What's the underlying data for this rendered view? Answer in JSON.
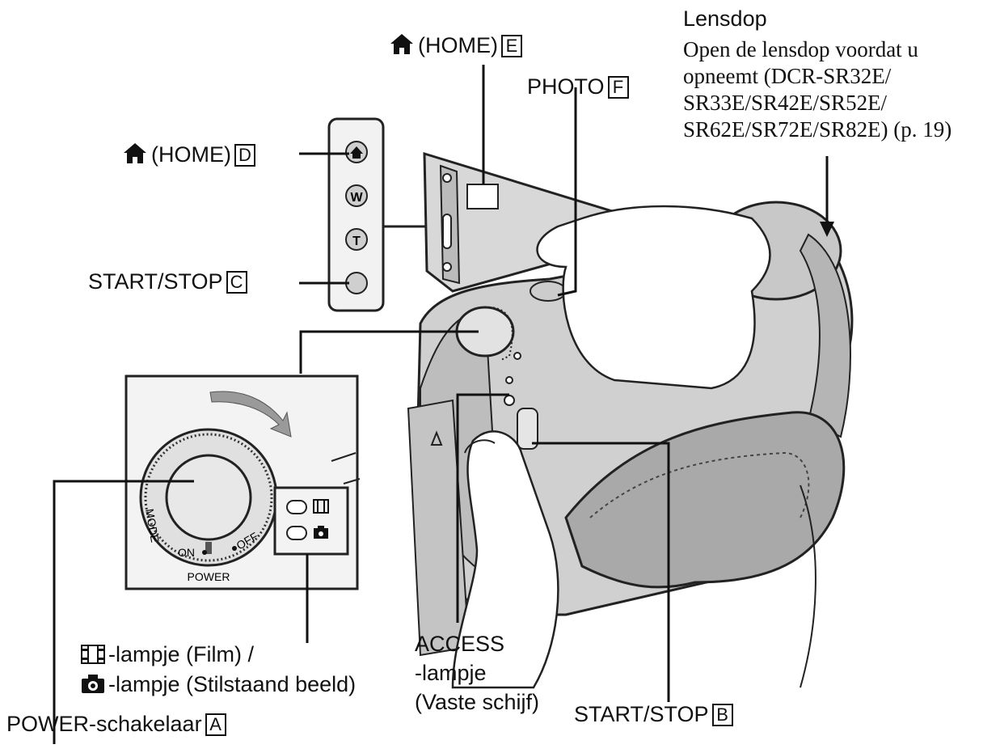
{
  "labels": {
    "home_e": {
      "text": "(HOME)",
      "letter": "E"
    },
    "home_d": {
      "text": "(HOME)",
      "letter": "D"
    },
    "photo": {
      "text": "PHOTO",
      "letter": "F"
    },
    "start_stop_c": {
      "text": "START/STOP",
      "letter": "C"
    },
    "start_stop_b": {
      "text": "START/STOP",
      "letter": "B"
    },
    "power_switch": {
      "text": "POWER-schakelaar",
      "letter": "A"
    },
    "lensdop": {
      "title": "Lensdop",
      "lines": [
        "Open de lensdop voordat u",
        "opneemt (DCR-SR32E/",
        "SR33E/SR42E/SR52E/",
        "SR62E/SR72E/SR82E) (p. 19)"
      ]
    },
    "film_lamp": "-lampje (Film) /",
    "still_lamp": "-lampje (Stilstaand beeld)",
    "access": [
      "ACCESS",
      "-lampje",
      "(Vaste schijf)"
    ]
  },
  "button_panel": [
    "W",
    "T"
  ],
  "dial_inset": {
    "mode": "MODE",
    "on": "ON",
    "off": "OFF",
    "power": "POWER"
  }
}
